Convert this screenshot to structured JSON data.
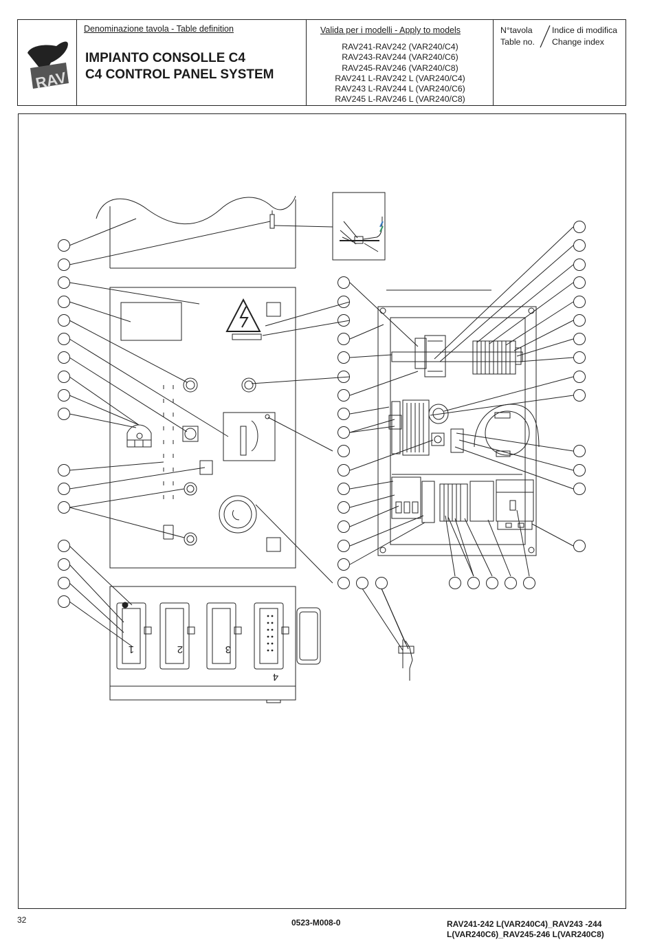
{
  "header": {
    "definition_label": "Denominazione tavola - Table definition",
    "title_it": "IMPIANTO CONSOLLE C4",
    "title_en": "C4 CONTROL PANEL SYSTEM",
    "models_label": "Valida per i modelli - Apply to models",
    "models": [
      "RAV241-RAV242  (VAR240/C4)",
      "RAV243-RAV244  (VAR240/C6)",
      "RAV245-RAV246  (VAR240/C8)",
      "RAV241  L-RAV242  L  (VAR240/C4)",
      "RAV243  L-RAV244  L  (VAR240/C6)",
      "RAV245  L-RAV246  L  (VAR240/C8)"
    ],
    "table_no_it": "N°tavola",
    "table_no_en": "Table no.",
    "change_index_it": "Indice di modifica",
    "change_index_en": "Change index",
    "logo_text": "RAV"
  },
  "drawing": {
    "connector_labels": [
      "1",
      "2",
      "3",
      "4"
    ]
  },
  "footer": {
    "page_number": "32",
    "doc_code": "0523-M008-0",
    "model_line_1": "RAV241-242 L(VAR240C4)_RAV243 -244",
    "model_line_2": "L(VAR240C6)_RAV245-246 L(VAR240C8)"
  },
  "colors": {
    "line": "#222222",
    "accent_green": "#3a9a6a",
    "accent_blue": "#3a7ac0"
  }
}
